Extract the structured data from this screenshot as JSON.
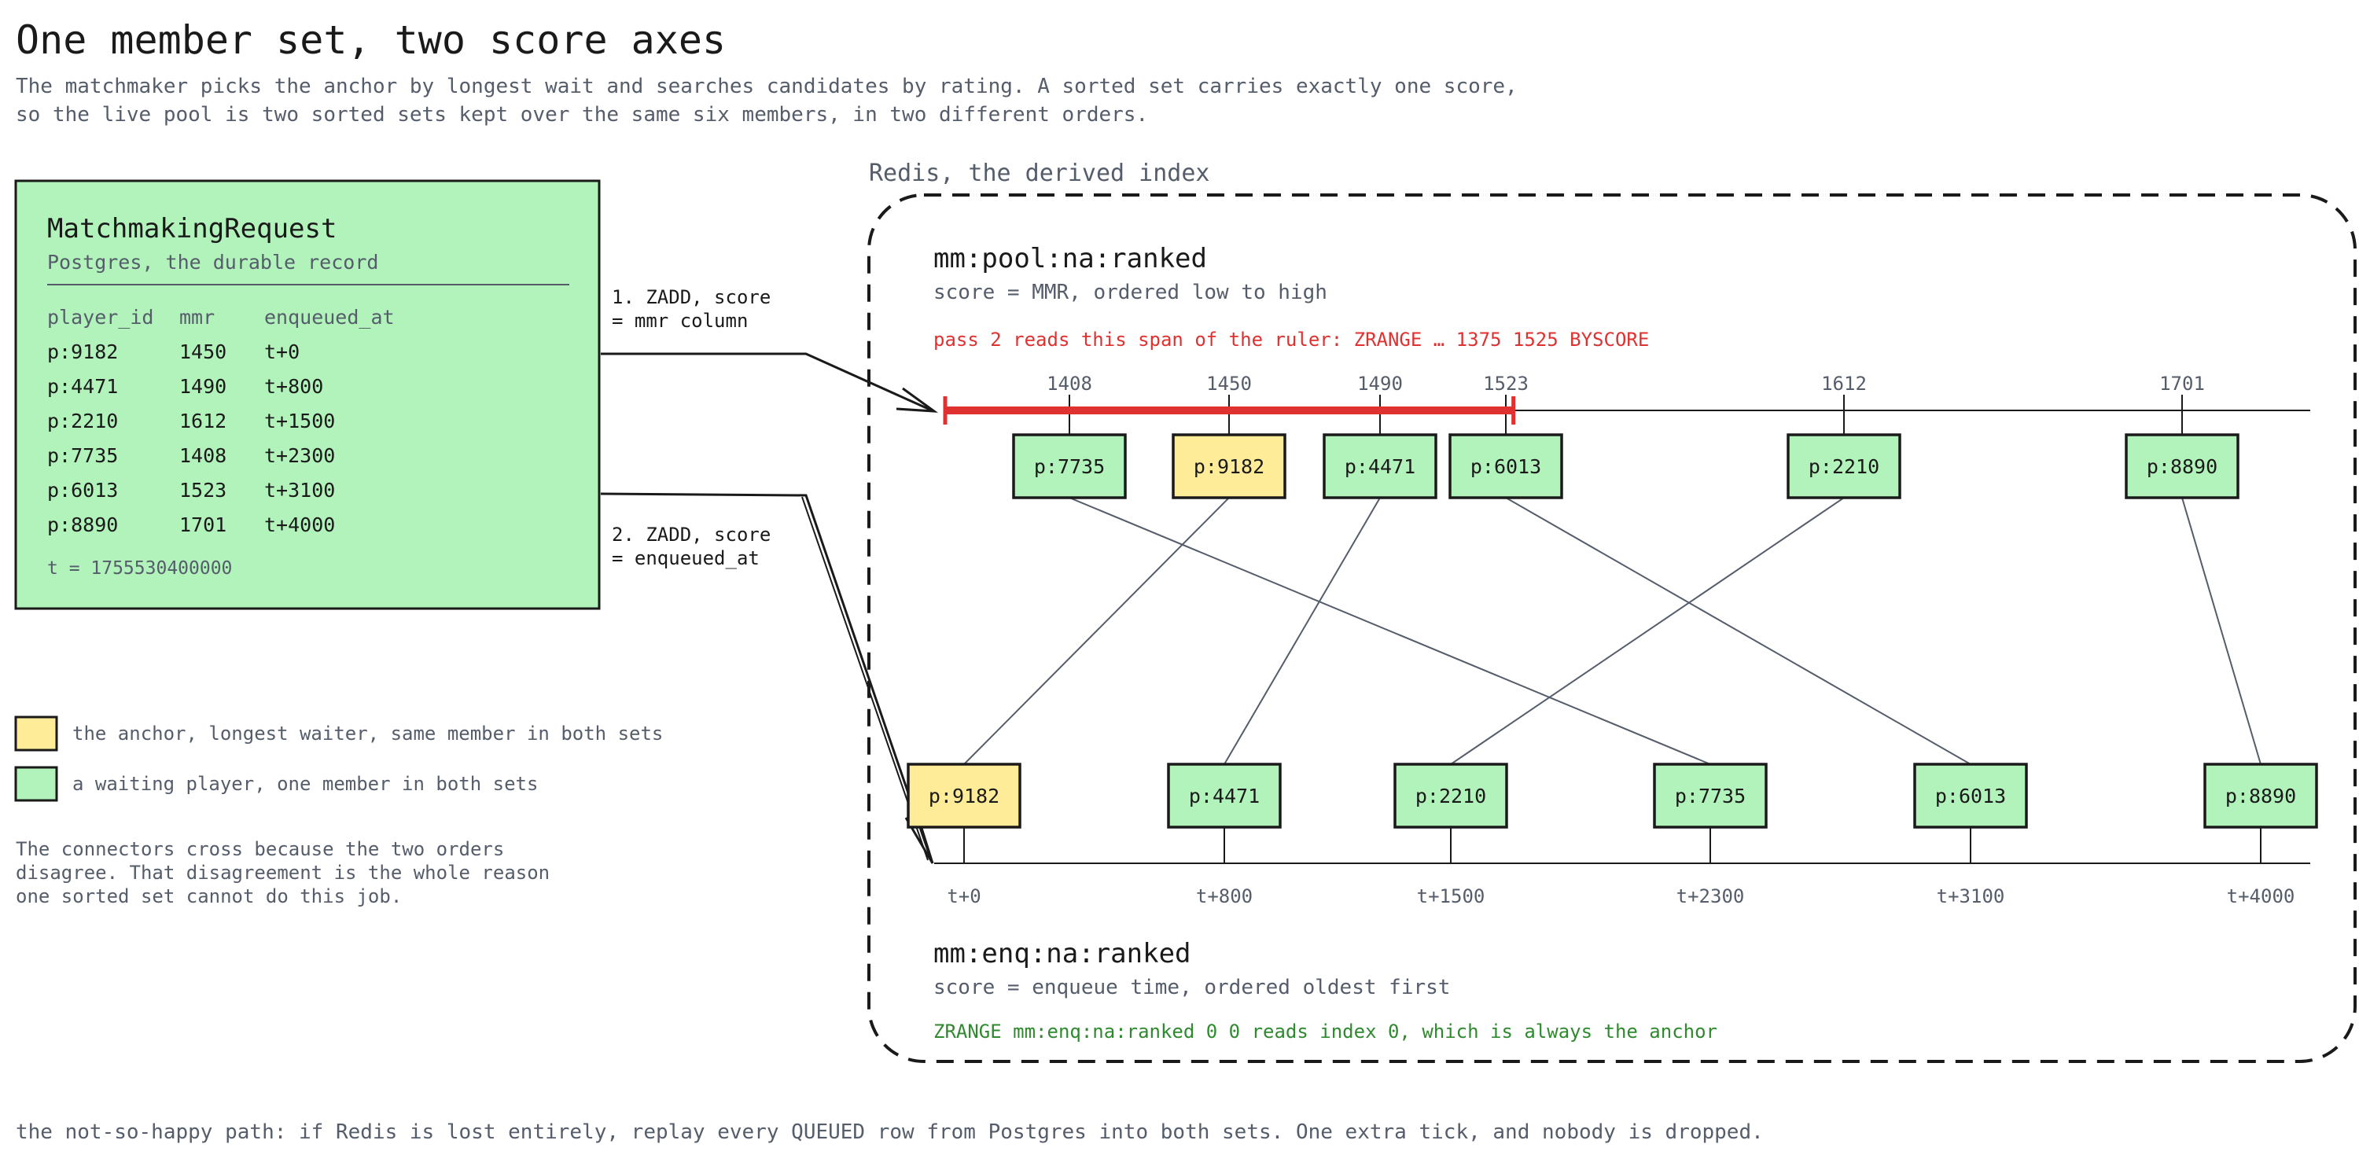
{
  "header": {
    "title": "One member set, two score axes",
    "subtitle_lines": [
      "The matchmaker picks the anchor by longest wait and searches candidates by rating. A sorted set carries exactly one score,",
      "so the live pool is two sorted sets kept over the same six members, in two different orders."
    ]
  },
  "table_card": {
    "title": "MatchmakingRequest",
    "subtitle": "Postgres, the durable record",
    "columns": [
      "player_id",
      "mmr",
      "enqueued_at"
    ],
    "rows": [
      [
        "p:9182",
        "1450",
        "t+0"
      ],
      [
        "p:4471",
        "1490",
        "t+800"
      ],
      [
        "p:2210",
        "1612",
        "t+1500"
      ],
      [
        "p:7735",
        "1408",
        "t+2300"
      ],
      [
        "p:6013",
        "1523",
        "t+3100"
      ],
      [
        "p:8890",
        "1701",
        "t+4000"
      ]
    ],
    "footnote": "t = 1755530400000"
  },
  "arrows": {
    "first_lines": [
      "1. ZADD, score",
      "= mmr column"
    ],
    "second_lines": [
      "2. ZADD, score",
      "= enqueued_at"
    ]
  },
  "legend": {
    "anchor_label": "the anchor, longest waiter, same member in both sets",
    "player_label": "a waiting player, one member in both sets",
    "note_lines": [
      "The connectors cross because the two orders",
      "disagree. That disagreement is the whole reason",
      "one sorted set cannot do this job."
    ]
  },
  "redis": {
    "label": "Redis, the derived index",
    "ranked": {
      "key": "mm:pool:na:ranked",
      "desc": "score = MMR, ordered low to high",
      "pass_note": "pass 2 reads this span of the ruler: ZRANGE … 1375 1525 BYSCORE",
      "range": [
        1375,
        1525
      ],
      "ticks": [
        "1408",
        "1450",
        "1490",
        "1523",
        "1612",
        "1701"
      ],
      "members": [
        "p:7735",
        "p:9182",
        "p:4471",
        "p:6013",
        "p:2210",
        "p:8890"
      ]
    },
    "enq": {
      "key": "mm:enq:na:ranked",
      "desc": "score = enqueue time, ordered oldest first",
      "note": "ZRANGE mm:enq:na:ranked 0 0 reads index 0, which is always the anchor",
      "ticks": [
        "t+0",
        "t+800",
        "t+1500",
        "t+2300",
        "t+3100",
        "t+4000"
      ],
      "members": [
        "p:9182",
        "p:4471",
        "p:2210",
        "p:7735",
        "p:6013",
        "p:8890"
      ]
    },
    "anchor_member": "p:9182"
  },
  "footer": "the not-so-happy path: if Redis is lost entirely, replay every QUEUED row from Postgres into both sets. One extra tick, and nobody is dropped.",
  "colors": {
    "ink": "#1a1a1a",
    "muted": "#555d6b",
    "green_fill": "#b2f2bb",
    "yellow_fill": "#ffec99",
    "red": "#e03131",
    "green_text": "#2f8a2f"
  }
}
